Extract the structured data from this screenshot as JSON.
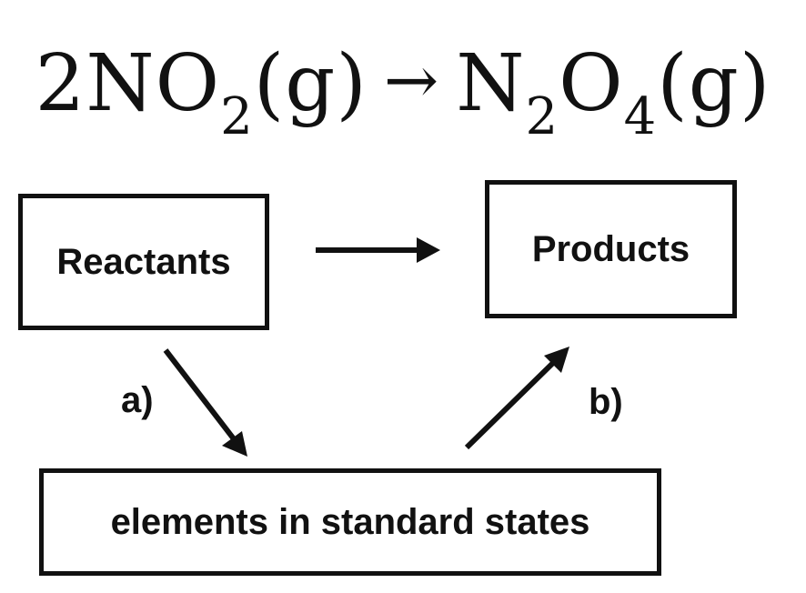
{
  "equation": {
    "coef": "2",
    "reactant_main": "NO",
    "reactant_sub": "2",
    "reactant_state": "(g)",
    "arrow": "→",
    "product_n": "N",
    "product_n_sub": "2",
    "product_o": "O",
    "product_o_sub": "4",
    "product_state": "(g)"
  },
  "boxes": {
    "reactants": "Reactants",
    "products": "Products",
    "elements": "elements in standard states"
  },
  "steps": {
    "a": "a)",
    "b": "b)"
  }
}
